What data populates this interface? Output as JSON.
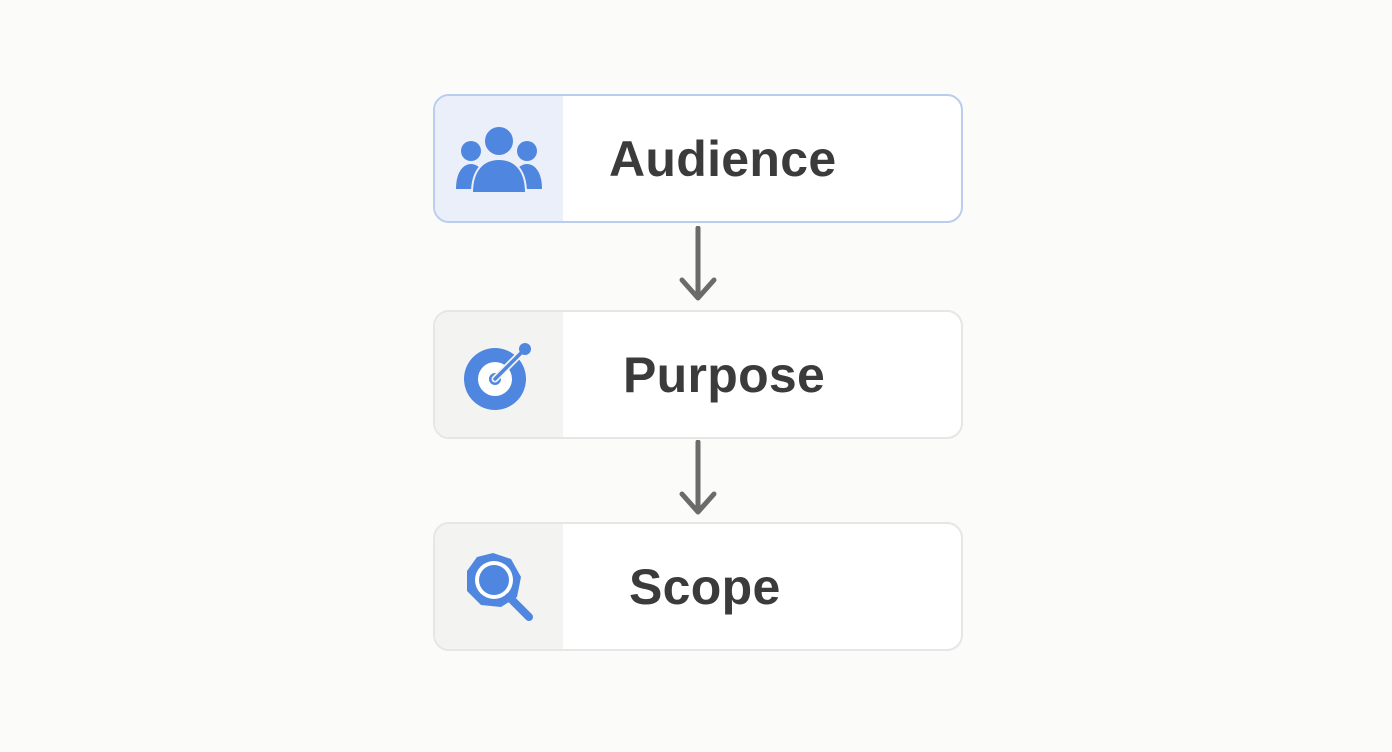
{
  "steps": [
    {
      "label": "Audience",
      "icon": "people-group-icon",
      "state": "active"
    },
    {
      "label": "Purpose",
      "icon": "target-icon",
      "state": "default"
    },
    {
      "label": "Scope",
      "icon": "magnifier-icon",
      "state": "default"
    }
  ],
  "colors": {
    "icon_blue": "#4f86e0",
    "label_text": "#3b3b3b",
    "arrow": "#6b6b6b",
    "active_border": "#b9cdee",
    "active_icon_bg": "#eaeff9",
    "card_border": "#e6e6e6",
    "icon_bg": "#f3f3f2",
    "background": "#fbfbfa"
  }
}
